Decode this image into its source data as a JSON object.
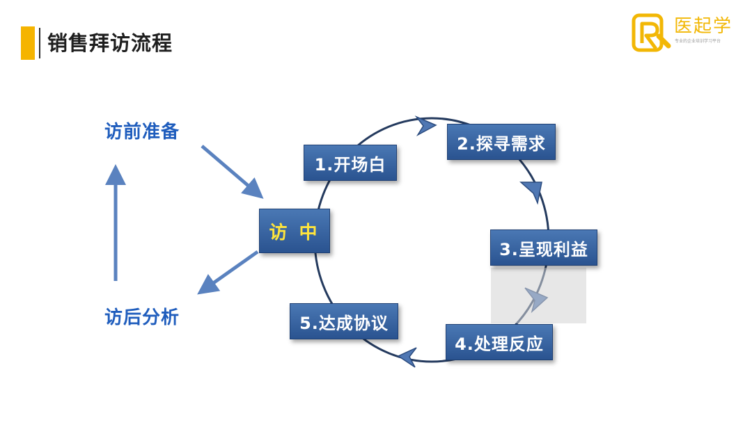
{
  "header": {
    "title": "销售拜访流程"
  },
  "logo": {
    "name": "医起学",
    "tagline": "专业的企业培训学习平台"
  },
  "diagram": {
    "pre_visit": "访前准备",
    "post_visit": "访后分析",
    "center": "访 中",
    "steps": [
      "1.开场白",
      "2.探寻需求",
      "3.呈现利益",
      "4.处理反应",
      "5.达成协议"
    ]
  },
  "colors": {
    "accent_bar": "#f5b400",
    "logo": "#f2b705",
    "label_blue": "#1f5dbd",
    "box_blue": "#2f5a96",
    "center_text": "#ffe53b",
    "arrow_blue": "#5a82bf"
  }
}
